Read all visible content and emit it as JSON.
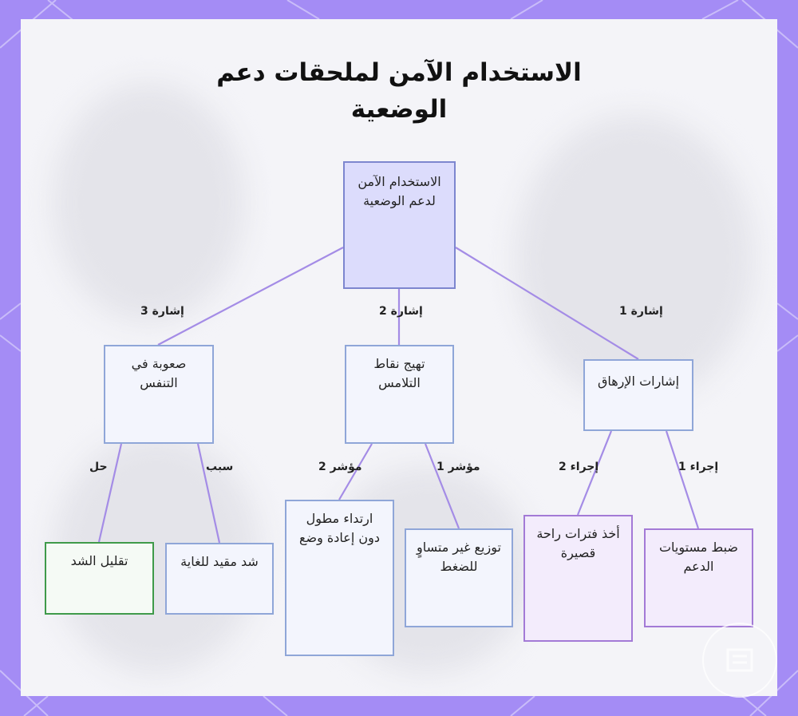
{
  "title": "الاستخدام الآمن لملحقات دعم الوضعية",
  "root": "الاستخدام الآمن لدعم الوضعية",
  "branches": {
    "b1": {
      "edge": "إشارة 1",
      "label": "إشارات الإرهاق"
    },
    "b2": {
      "edge": "إشارة 2",
      "label": "تهيج نقاط التلامس"
    },
    "b3": {
      "edge": "إشارة 3",
      "label": "صعوبة في التنفس"
    }
  },
  "leaves": {
    "l1": {
      "edge": "إجراء 1",
      "label": "ضبط مستويات الدعم"
    },
    "l2": {
      "edge": "إجراء 2",
      "label": "أخذ فترات راحة قصيرة"
    },
    "l3": {
      "edge": "مؤشر 1",
      "label": "توزيع غير متساوٍ للضغط"
    },
    "l4": {
      "edge": "مؤشر 2",
      "label": "ارتداء مطول دون إعادة وضع"
    },
    "l5": {
      "edge": "سبب",
      "label": "شد مقيد للغاية"
    },
    "l6": {
      "edge": "حل",
      "label": "تقليل الشد"
    }
  },
  "colors": {
    "frame": "#a48cf5",
    "root_fill": "#dcdcfc",
    "branch_fill": "#f3f5fd",
    "purple_border": "#a37ad6",
    "green_border": "#3f9a4a",
    "connector": "#a48ce6"
  }
}
